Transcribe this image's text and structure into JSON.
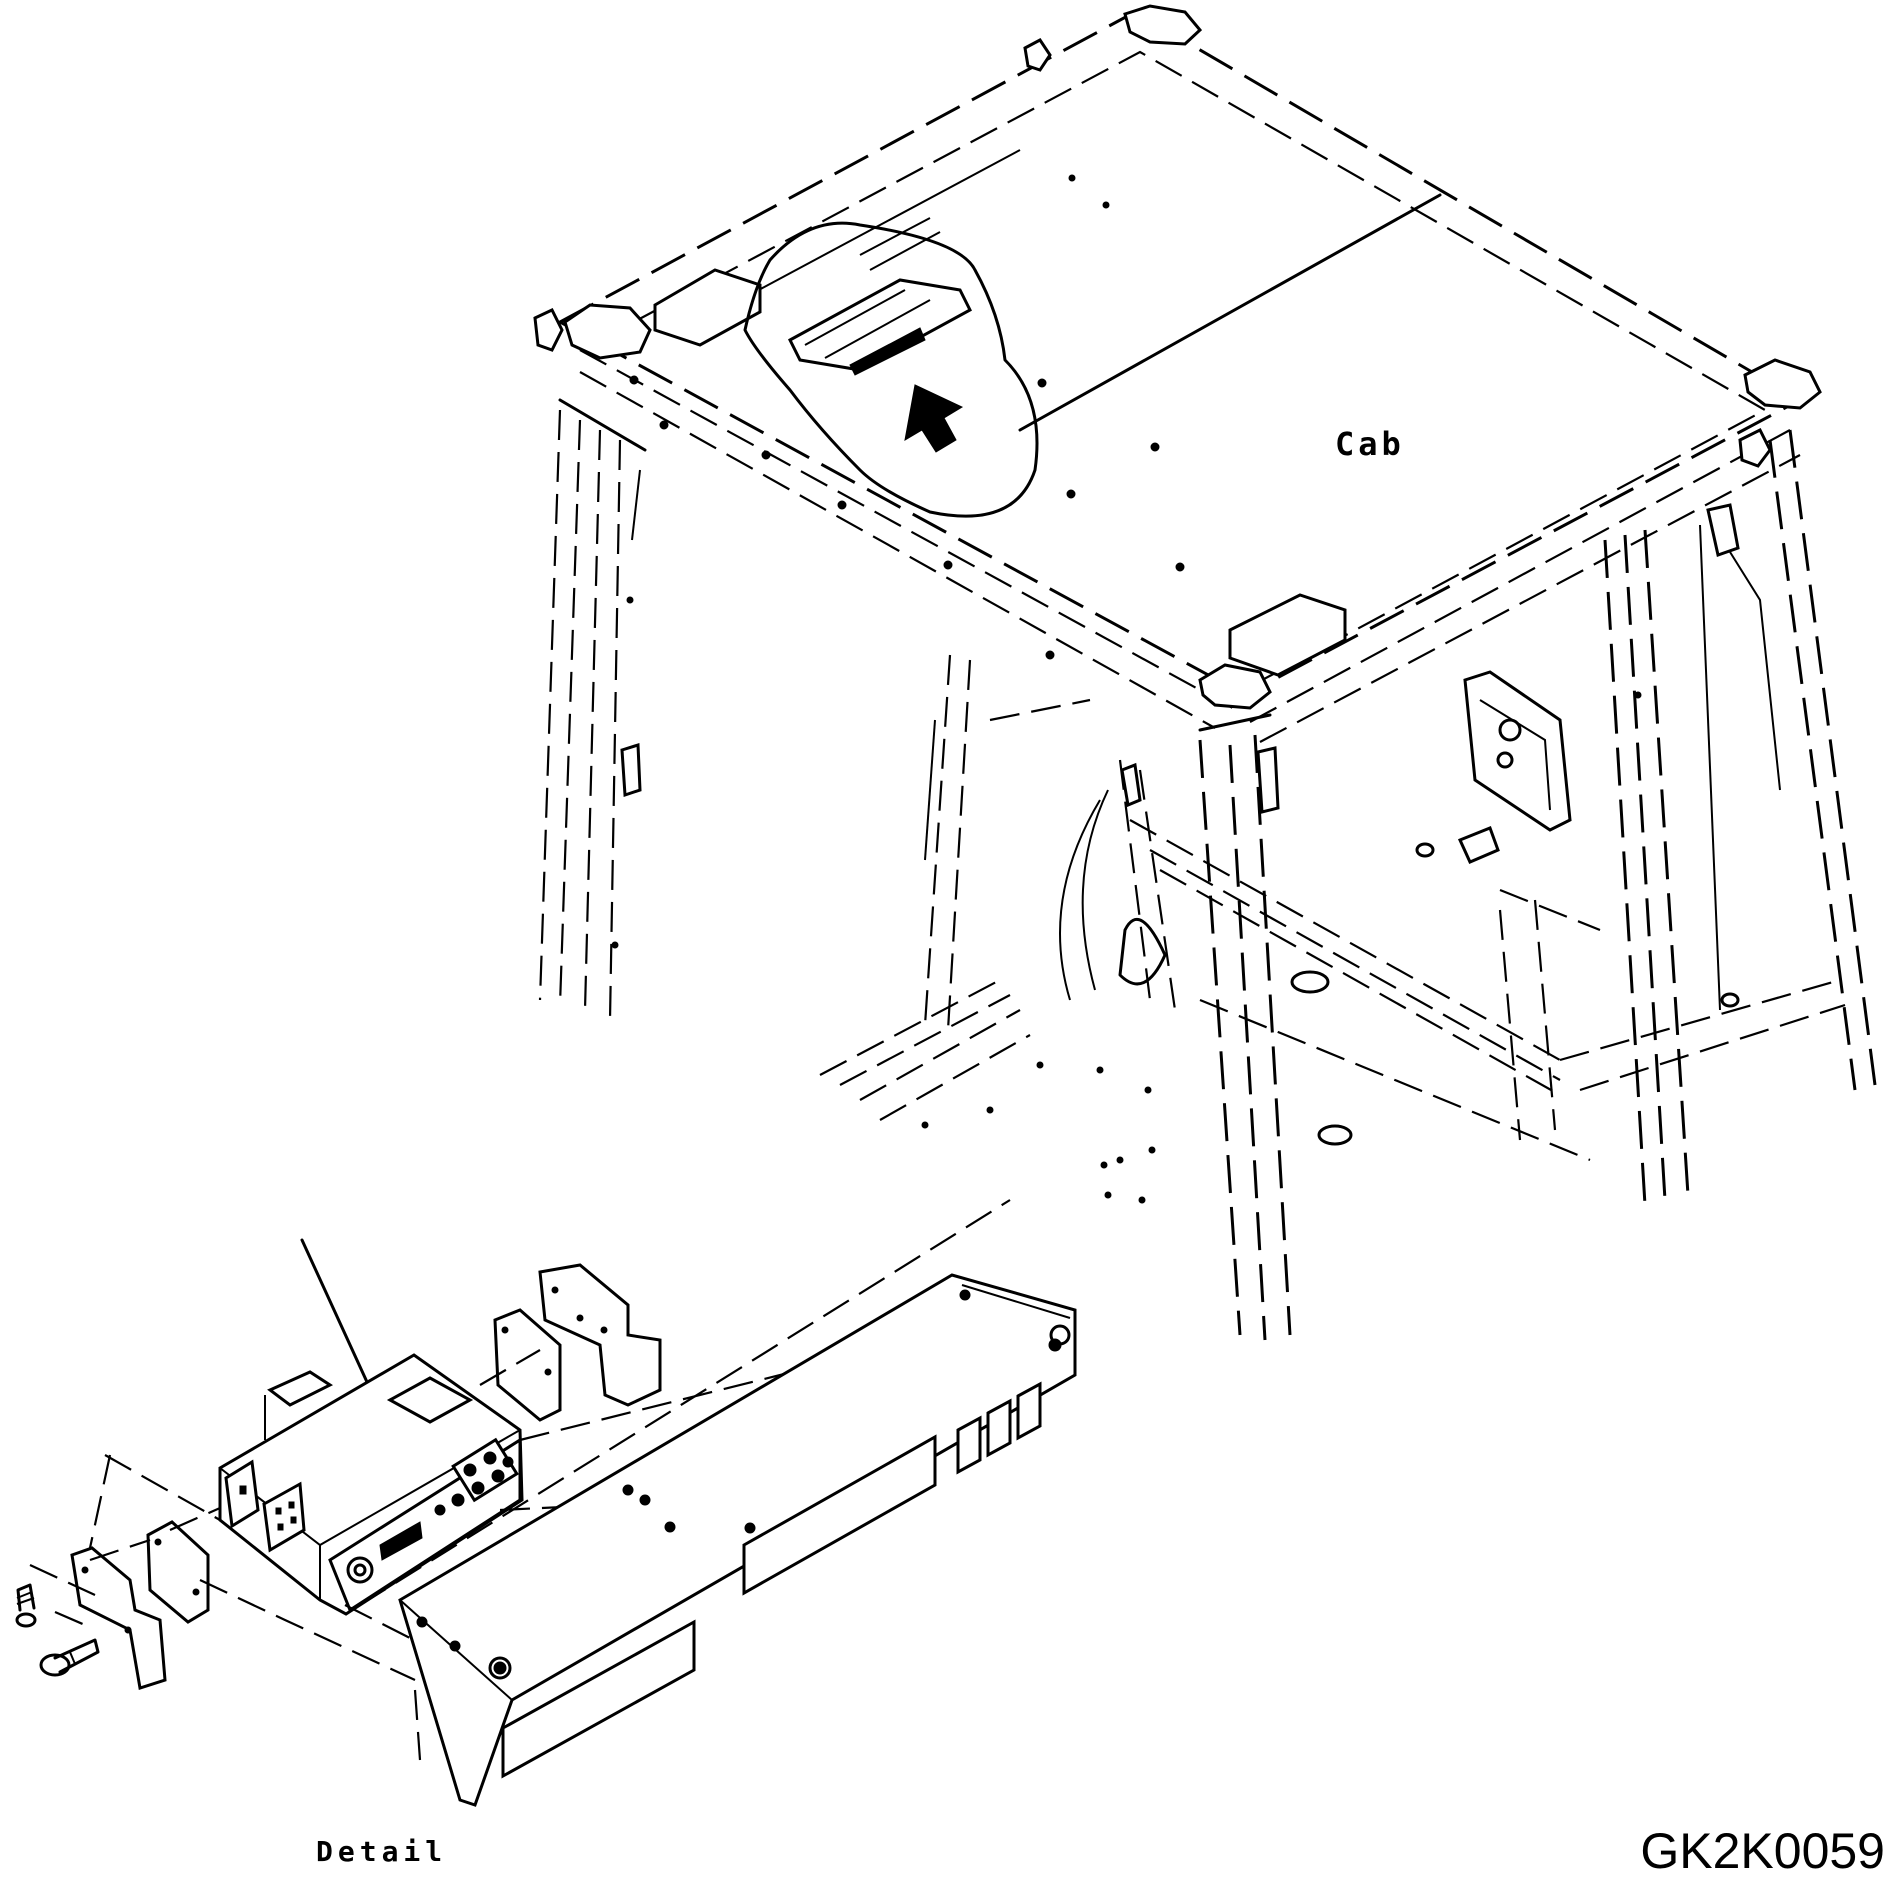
{
  "labels": {
    "cab": "Cab",
    "detail": "Detail",
    "drawing_code": "GK2K0059"
  },
  "icons": {
    "pointer": "arrow-icon"
  },
  "colors": {
    "ink": "#000000",
    "paper": "#ffffff"
  }
}
